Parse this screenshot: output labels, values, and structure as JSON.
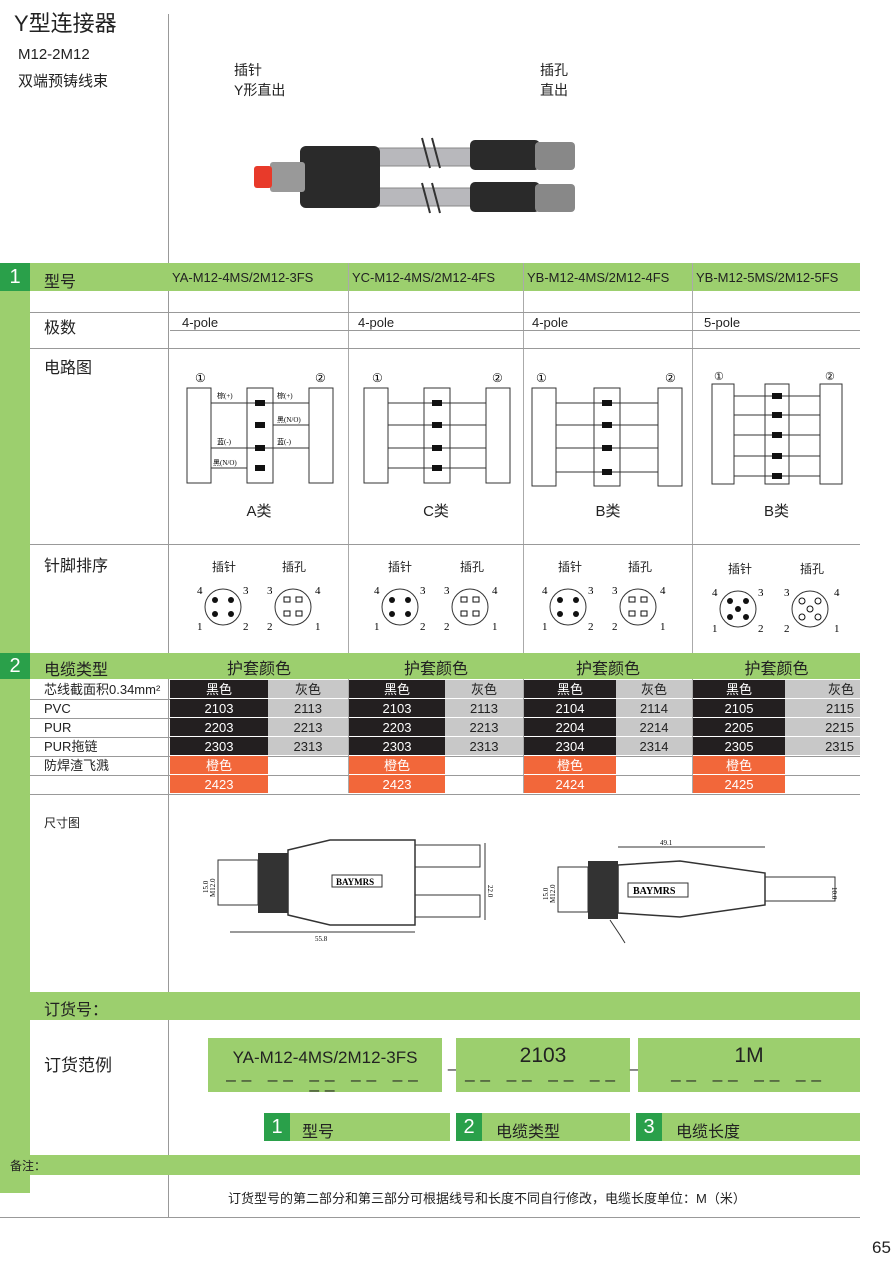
{
  "header": {
    "title": "Y型连接器",
    "subtitle_line1": "M12-2M12",
    "subtitle_line2": "双端预铸线束",
    "male_label_1": "插针",
    "male_label_2": "Y形直出",
    "female_label_1": "插孔",
    "female_label_2": "直出"
  },
  "section1": {
    "num": "1",
    "label_model": "型号",
    "models": [
      "YA-M12-4MS/2M12-3FS",
      "YC-M12-4MS/2M12-4FS",
      "YB-M12-4MS/2M12-4FS",
      "YB-M12-5MS/2M12-5FS"
    ],
    "label_poles": "极数",
    "poles": [
      "4-pole",
      "4-pole",
      "4-pole",
      "5-pole"
    ],
    "label_circuit": "电路图",
    "circuit_types": [
      "A类",
      "C类",
      "B类",
      "B类"
    ],
    "label_pinout": "针脚排序",
    "pin_male": "插针",
    "pin_female": "插孔"
  },
  "section2": {
    "num": "2",
    "label_cable": "电缆类型",
    "jacket": "护套颜色",
    "rows": [
      {
        "label": "芯线截面积0.34mm²",
        "cells": [
          [
            "黑色",
            "灰色"
          ],
          [
            "黑色",
            "灰色"
          ],
          [
            "黑色",
            "灰色"
          ],
          [
            "黑色",
            "灰色"
          ]
        ]
      },
      {
        "label": "PVC",
        "cells": [
          [
            "2103",
            "2113"
          ],
          [
            "2103",
            "2113"
          ],
          [
            "2104",
            "2114"
          ],
          [
            "2105",
            "2115"
          ]
        ]
      },
      {
        "label": "PUR",
        "cells": [
          [
            "2203",
            "2213"
          ],
          [
            "2203",
            "2213"
          ],
          [
            "2204",
            "2214"
          ],
          [
            "2205",
            "2215"
          ]
        ]
      },
      {
        "label": "PUR拖链",
        "cells": [
          [
            "2303",
            "2313"
          ],
          [
            "2303",
            "2313"
          ],
          [
            "2304",
            "2314"
          ],
          [
            "2305",
            "2315"
          ]
        ]
      },
      {
        "label": "防焊渣飞溅",
        "cells": [
          [
            "橙色",
            ""
          ],
          [
            "橙色",
            ""
          ],
          [
            "橙色",
            ""
          ],
          [
            "橙色",
            ""
          ]
        ]
      },
      {
        "label": "",
        "cells": [
          [
            "2423",
            ""
          ],
          [
            "2423",
            ""
          ],
          [
            "2424",
            ""
          ],
          [
            "2425",
            ""
          ]
        ]
      }
    ],
    "label_dim": "尺寸图",
    "dim_a": "55.8",
    "dim_b": "22.0",
    "dim_c": "49.1",
    "dim_d1": "15.0",
    "dim_d2": "M12.0",
    "dim_d3": "10.0",
    "brand": "BAYMRS"
  },
  "order": {
    "label": "订货号：",
    "example_label": "订货范例",
    "part1": "YA-M12-4MS/2M12-3FS",
    "part2": "2103",
    "part3": "1M",
    "dash": "_",
    "legend": [
      {
        "num": "1",
        "text": "型号"
      },
      {
        "num": "2",
        "text": "电缆类型"
      },
      {
        "num": "3",
        "text": "电缆长度"
      }
    ]
  },
  "notes": {
    "label": "备注：",
    "text": "订货型号的第二部分和第三部分可根据线号和长度不同自行修改，电缆长度单位：M（米）"
  },
  "page_number": "65"
}
